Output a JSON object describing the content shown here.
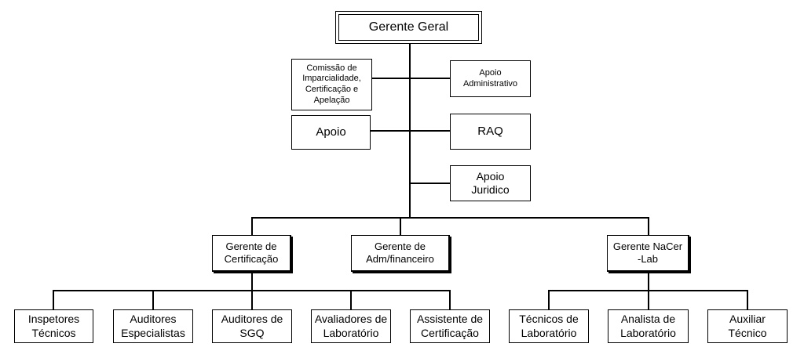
{
  "top": {
    "label": "Gerente Geral"
  },
  "staff": {
    "comissao": "Comissão de\nImparcialidade,\nCertificação  e\nApelação",
    "apoio_administrativo": "Apoio\nAdministrativo",
    "apoio": "Apoio",
    "raq": "RAQ",
    "apoio_juridico": "Apoio\nJuridico"
  },
  "managers": {
    "certificacao": "Gerente de\nCertificação",
    "adm_financeiro": "Gerente de\nAdm/financeiro",
    "nacer_lab": "Gerente NaCer\n-Lab"
  },
  "units": {
    "inspetores": "Inspetores\nTécnicos",
    "auditores_especialistas": "Auditores\nEspecialistas",
    "auditores_sgq": "Auditores de\nSGQ",
    "avaliadores": "Avaliadores de\nLaboratório",
    "assistente": "Assistente de\nCertificação",
    "tecnicos_lab": "Técnicos de\nLaboratório",
    "analista_lab": "Analista de\nLaboratório",
    "auxiliar": "Auxiliar\nTécnico"
  }
}
